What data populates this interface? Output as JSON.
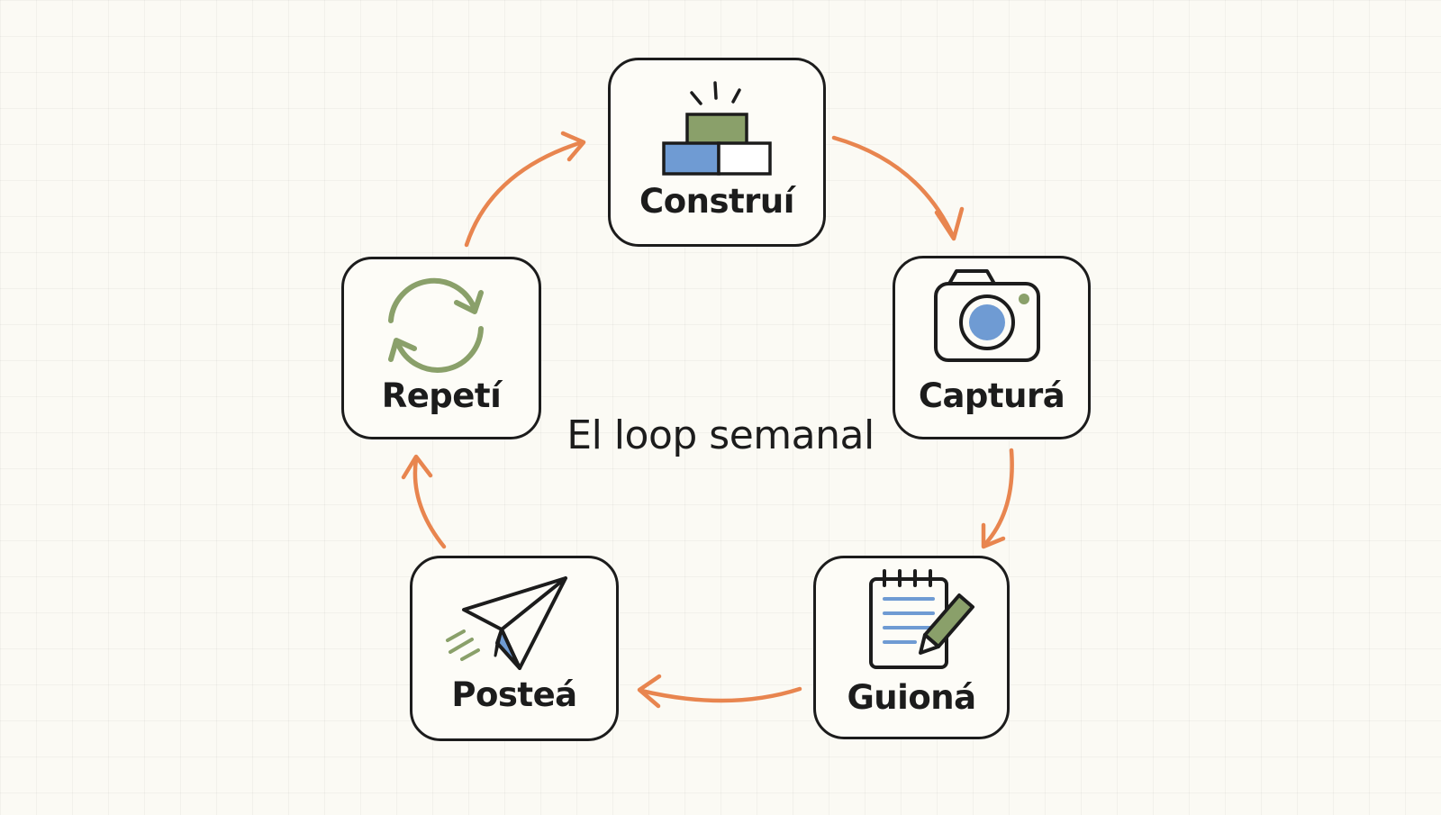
{
  "diagram": {
    "title": "El loop semanal",
    "steps": [
      {
        "label": "Construí",
        "icon": "blocks-icon"
      },
      {
        "label": "Capturá",
        "icon": "camera-icon"
      },
      {
        "label": "Guioná",
        "icon": "notepad-pencil-icon"
      },
      {
        "label": "Posteá",
        "icon": "paper-plane-icon"
      },
      {
        "label": "Repetí",
        "icon": "refresh-icon"
      }
    ],
    "colors": {
      "arrow": "#e8854f",
      "green": "#8aa06a",
      "blue": "#6f9bd3",
      "outline": "#1c1c1c",
      "background": "#fbfaf4"
    }
  }
}
